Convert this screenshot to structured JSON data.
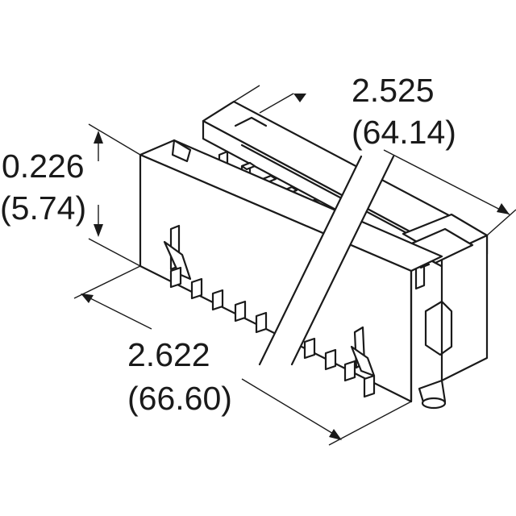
{
  "dimensions": {
    "height": {
      "inch": "0.226",
      "mm": "(5.74)"
    },
    "length_top": {
      "inch": "2.525",
      "mm": "(64.14)"
    },
    "length_bottom": {
      "inch": "2.622",
      "mm": "(66.60)"
    }
  },
  "colors": {
    "line": "#1a1a1a",
    "fill": "#ffffff"
  }
}
